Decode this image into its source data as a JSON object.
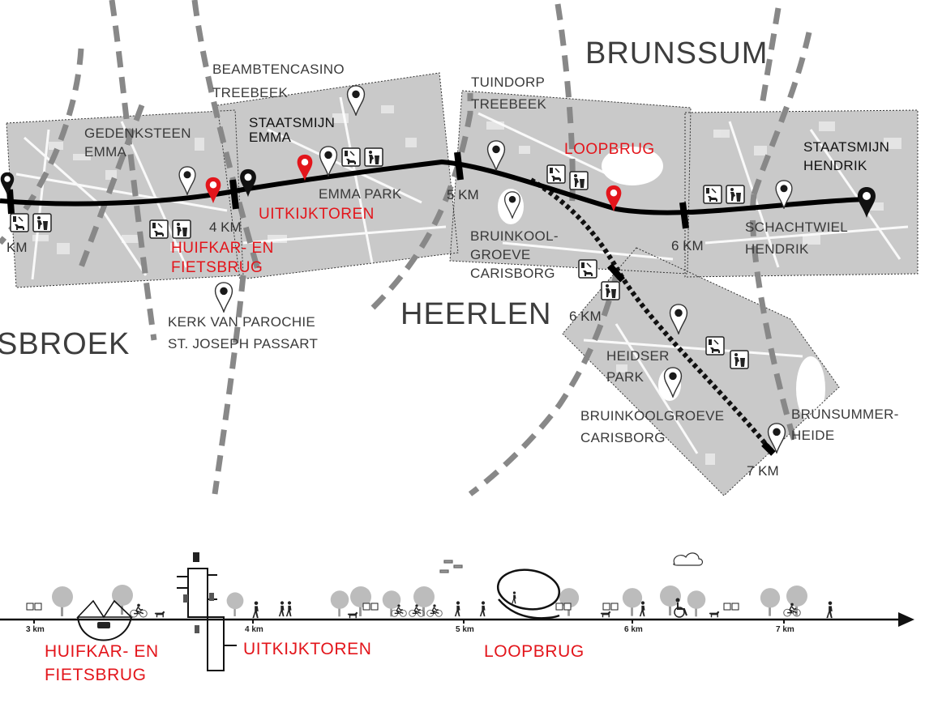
{
  "map": {
    "cities": {
      "brunssum": "BRUNSSUM",
      "heerlen": "HEERLEN",
      "landgraaf_partial": "SBROEK"
    },
    "places": {
      "gedenksteen": [
        "GEDENKSTEEN",
        "EMMA"
      ],
      "beambtencasino": [
        "BEAMBTENCASINO",
        "TREEBEEK"
      ],
      "staatsmijn_emma": [
        "STAATSMIJN",
        "EMMA"
      ],
      "emma_park": "EMMA PARK",
      "tuindorp": [
        "TUINDORP",
        "TREEBEEK"
      ],
      "bruinkool_1": [
        "BRUINKOOL-",
        "GROEVE",
        "CARISBORG"
      ],
      "staatsmijn_hendrik": [
        "STAATSMIJN",
        "HENDRIK"
      ],
      "schachtwiel": [
        "SCHACHTWIEL",
        "HENDRIK"
      ],
      "kerk": [
        "KERK VAN PAROCHIE",
        "ST. JOSEPH PASSART"
      ],
      "heidser": [
        "HEIDSER",
        "PARK"
      ],
      "bruinkool_2": [
        "BRUINKOOLGROEVE",
        "CARISBORG"
      ],
      "brunsummer": [
        "BRUNSUMMER-",
        "HEIDE"
      ]
    },
    "highlights": {
      "huifkar": [
        "HUIFKAR- EN",
        "FIETSBRUG"
      ],
      "uitkijktoren": "UITKIJKTOREN",
      "loopbrug": "LOOPBRUG"
    },
    "distances": {
      "km3_partial": "KM",
      "km4": "4 KM",
      "km5": "5 KM",
      "km6_main": "6 KM",
      "km6_branch": "6 KM",
      "km7": "7 KM"
    }
  },
  "profile": {
    "ticks": [
      "3 km",
      "4 km",
      "5 km",
      "6 km",
      "7 km"
    ],
    "labels": {
      "huifkar": [
        "HUIFKAR- EN",
        "FIETSBRUG"
      ],
      "uitkijktoren": "UITKIJKTOREN",
      "loopbrug": "LOOPBRUG"
    }
  },
  "colors": {
    "highlight": "#e3151b",
    "route": "#000000",
    "area": "#c9c9c9",
    "dashed_road": "#8a8a8a",
    "text": "#3a3a3a"
  },
  "icons": [
    "map-pin-icon",
    "map-pin-red-icon",
    "dog-waste-bin-icon",
    "trash-bin-icon",
    "cloud-icon",
    "tree-icon",
    "cyclist-icon",
    "walker-icon",
    "runner-icon",
    "wheelchair-icon",
    "dog-icon",
    "drone-icon",
    "tower-icon"
  ]
}
